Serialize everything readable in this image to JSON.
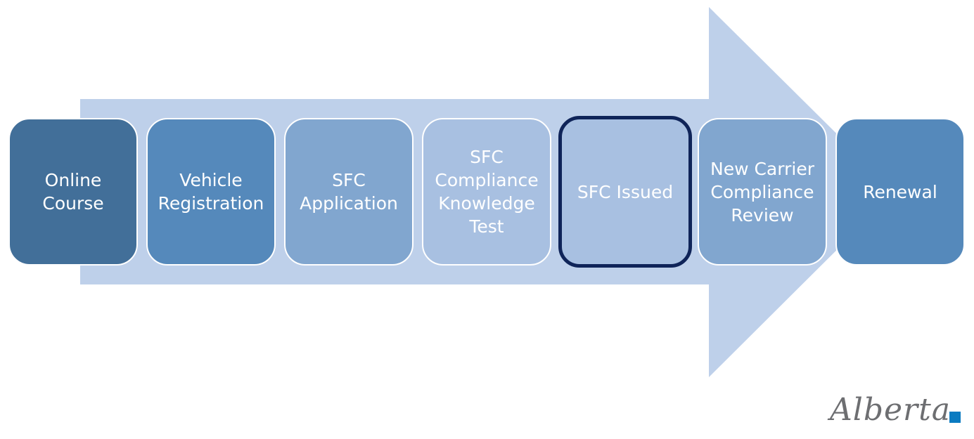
{
  "diagram": {
    "arrow_color": "#bed0ea",
    "highlight_border_color": "#0f2459",
    "steps": [
      {
        "label": "Online\nCourse",
        "fill": "#426f99"
      },
      {
        "label": "Vehicle\nRegistration",
        "fill": "#5589bb"
      },
      {
        "label": "SFC\nApplication",
        "fill": "#81a6cf"
      },
      {
        "label": "SFC\nCompliance\nKnowledge\nTest",
        "fill": "#a8c0e1"
      },
      {
        "label": "SFC Issued",
        "fill": "#a8c0e1",
        "highlighted": true
      },
      {
        "label": "New Carrier\nCompliance\nReview",
        "fill": "#81a6cf"
      },
      {
        "label": "Renewal",
        "fill": "#5589bb"
      }
    ]
  },
  "logo": {
    "text": "Alberta",
    "icon": "alberta-logo-mark-icon"
  }
}
